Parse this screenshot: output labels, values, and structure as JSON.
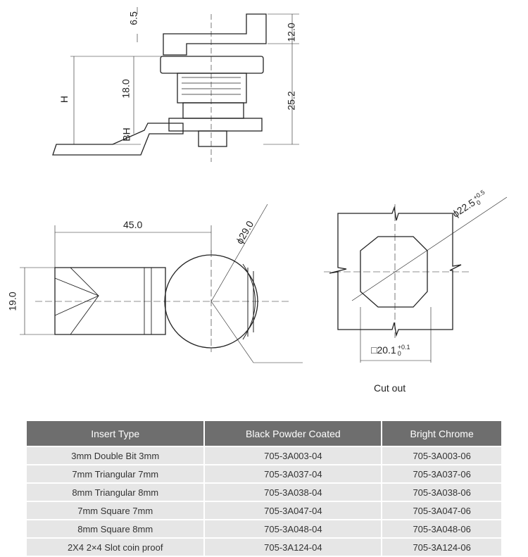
{
  "dimensions": {
    "top_6_5": "6.5",
    "top_12_0": "12.0",
    "top_18_0": "18.0",
    "top_25_2": "25.2",
    "top_H": "H",
    "top_BH": "BH",
    "front_45_0": "45.0",
    "front_19_0": "19.0",
    "front_dia": "ϕ29.0"
  },
  "cutout": {
    "dia": "ϕ22.5",
    "dia_tol_upper": "+0.5",
    "dia_tol_lower": "0",
    "square": "□20.1",
    "square_tol_upper": "+0.1",
    "square_tol_lower": "0",
    "caption": "Cut out"
  },
  "table": {
    "headers": [
      "Insert Type",
      "Black Powder Coated",
      "Bright Chrome"
    ],
    "rows": [
      [
        "3mm  Double Bit 3mm",
        "705-3A003-04",
        "705-3A003-06"
      ],
      [
        "7mm  Triangular 7mm",
        "705-3A037-04",
        "705-3A037-06"
      ],
      [
        "8mm  Triangular 8mm",
        "705-3A038-04",
        "705-3A038-06"
      ],
      [
        "7mm  Square 7mm",
        "705-3A047-04",
        "705-3A047-06"
      ],
      [
        "8mm  Square 8mm",
        "705-3A048-04",
        "705-3A048-06"
      ],
      [
        "2X4  2×4 Slot coin proof",
        "705-3A124-04",
        "705-3A124-06"
      ]
    ]
  }
}
